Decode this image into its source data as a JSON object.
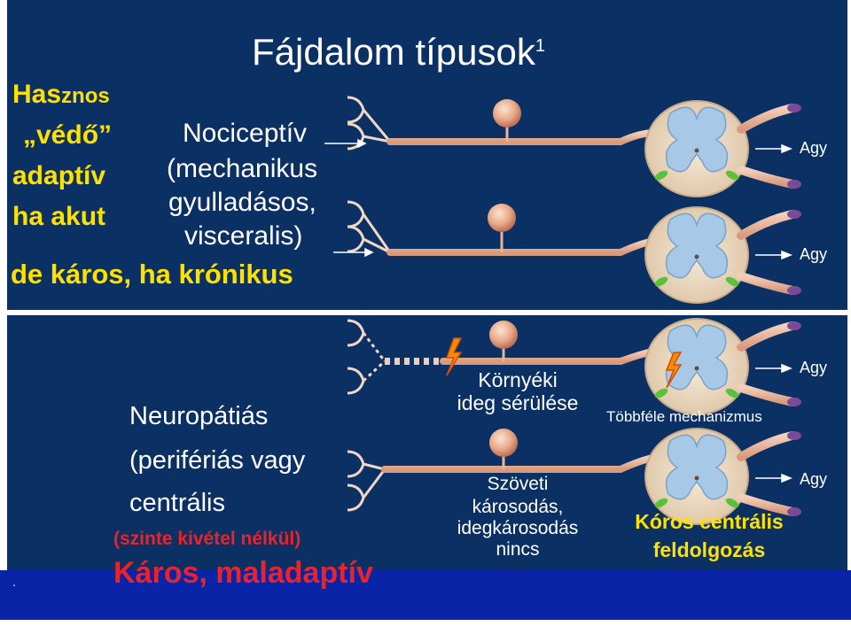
{
  "title": "Fájdalom típusok",
  "title_sup": "1",
  "useful": {
    "line1_big": "Has",
    "line1_small": "znos",
    "line2": "„védő”",
    "line3": "adaptív",
    "line4": "ha akut"
  },
  "nociceptive": {
    "l1": "Nociceptív",
    "l2": "(mechanikus",
    "l3": "gyulladásos,",
    "l4": "visceralis)"
  },
  "harmful_chronic": "de káros, ha krónikus",
  "neuropathic": {
    "l1": "Neuropátiás",
    "l2": "(perifériás vagy",
    "l3": "centrális",
    "l4": "(szinte kivétel nélkül)",
    "l5": "Káros, maladaptív"
  },
  "peripheral_injury": {
    "l1": "Környéki",
    "l2": "ideg sérülése"
  },
  "multiple_mechanisms": "Többféle mechanizmus",
  "tissue_damage": {
    "l1": "Szöveti",
    "l2": "károsodás,",
    "l3": "idegkárosodás",
    "l4": "nincs"
  },
  "central_processing": {
    "l1": "Kóros centrális",
    "l2": "feldolgozás"
  },
  "brain_labels": [
    "Agy",
    "Agy",
    "Agy",
    "Agy"
  ],
  "dot": "."
}
